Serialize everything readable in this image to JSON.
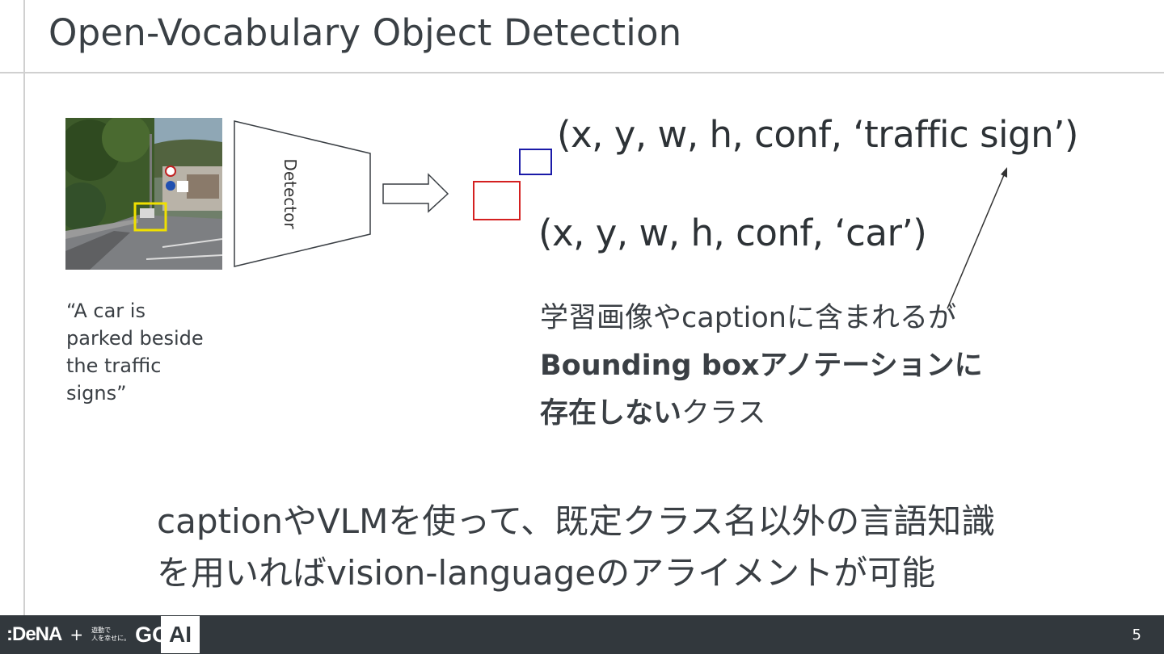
{
  "slide": {
    "title": "Open-Vocabulary Object Detection",
    "page_number": "5"
  },
  "diagram": {
    "detector_label": "Detector",
    "image_caption_lines": [
      "“A car is",
      "parked beside",
      "the traffic",
      "signs”"
    ],
    "output_sign": "(x, y, w, h, conf, ‘traffic sign’)",
    "output_car": "(x, y, w, h, conf, ‘car’)",
    "box_colors": {
      "sign": "#1a1aa8",
      "car": "#d42020",
      "highlight": "#f0e000"
    }
  },
  "description": {
    "line1": "学習画像やcaptionに含まれるが",
    "line2_bold": "Bounding boxアノテーションに",
    "line3_bold": "存在しない",
    "line3_normal": "クラス"
  },
  "conclusion": {
    "line1": "captionやVLMを使って、既定クラス名以外の言語知識",
    "line2": "を用いればvision-languageのアライメントが可能"
  },
  "footer": {
    "brand": ":DeNA",
    "plus": "+",
    "slogan_line1": "遊動で",
    "slogan_line2": "人を幸せに。",
    "go_logo": "GO",
    "ai_label": "AI"
  }
}
